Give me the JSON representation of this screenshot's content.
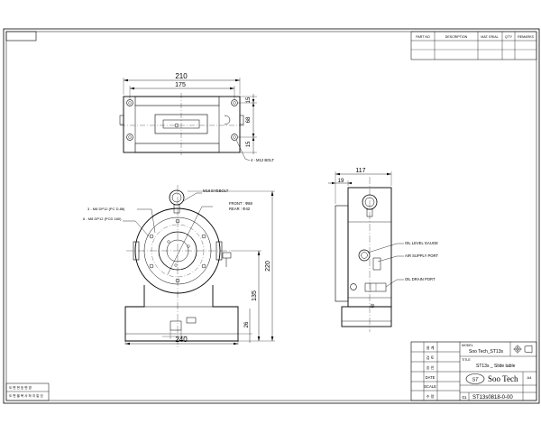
{
  "revision_table": {
    "headers": [
      "PART NO",
      "DESCRIPTION",
      "MAT. ERIAL",
      "Q'TY",
      "REMARKS"
    ]
  },
  "top_view": {
    "dim_overall_width": "210",
    "dim_inner_width": "175",
    "dim_right_top": "15",
    "dim_right_middle": "68",
    "dim_right_bottom": "15",
    "bolt_note": "4 - M12 BOLT"
  },
  "front_view": {
    "eyebolt_note": "M18 EYEBOLT",
    "tap_note_1": "3 - M8 DP12 (PC D.88)",
    "tap_note_2": "6 - M8 DP12 (PCD 180)",
    "front_note": "FRONT : Φ88",
    "rear_note": "REAR : Φ42",
    "dim_height_total": "220",
    "dim_height_center": "135",
    "dim_base": "26",
    "dim_bottom_width": "240"
  },
  "side_view": {
    "dim_overall": "117",
    "dim_offset": "19",
    "oil_level_note": "OIL LEVEL GAUGE",
    "air_supply_note": "AIR SUPPLY PORT",
    "oil_drain_note": "OIL DRAIN PORT"
  },
  "title_block": {
    "row_labels": [
      "설 계",
      "검 토",
      "승 인",
      "DATE",
      "SCALE",
      "수 량"
    ],
    "model_label": "MODEL",
    "model_value": "Soo Tech_ST13s",
    "title_label": "TITLE",
    "title_value": "ST13s _ Slide table",
    "company_name": "Soo Tech",
    "logo_text": "ST",
    "drawing_number": "ST13s0818-0-00",
    "size": "A4",
    "sheet_number": "01"
  },
  "side_panel": {
    "line_1": "도 면 번 호 변 경",
    "line_2": "도 면 을 복 사 하 지 말 것"
  }
}
